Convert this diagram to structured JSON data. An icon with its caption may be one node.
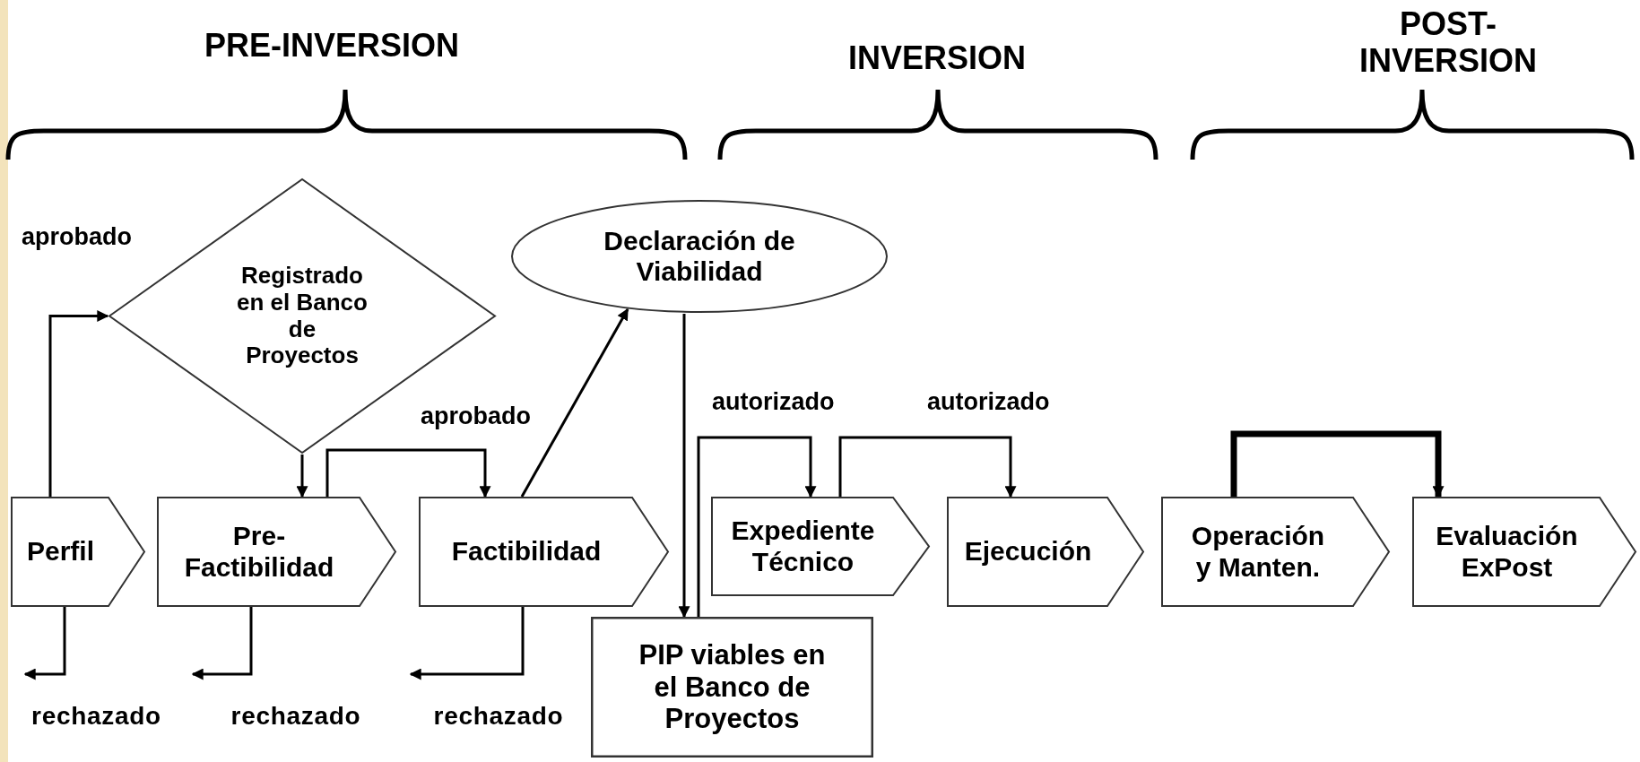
{
  "diagram": {
    "nodes": [
      {
        "text": [
          "Perfil"
        ]
      },
      {
        "text": [
          "Registrado en el Banco de Proyectos"
        ]
      },
      {
        "text": [
          "Pre- Factibilidad"
        ]
      },
      {
        "text": [
          "Factibilidad"
        ]
      },
      {
        "text": [
          "Declaración de Viabilidad"
        ]
      },
      {
        "text": [
          "PIP viables en el Banco de Proyectos"
        ]
      },
      {
        "text": [
          "Expediente Técnico"
        ]
      },
      {
        "text": [
          "Ejecución"
        ]
      },
      {
        "text": [
          "Operación y Manten."
        ]
      },
      {
        "text": [
          "Evaluación ExPost"
        ]
      },
      {
        "text": [
          "rechazado"
        ]
      },
      {
        "text": [
          "rechazado"
        ]
      },
      {
        "text": [
          "rechazado"
        ]
      }
    ],
    "edges": [
      {
        "from": 0,
        "to": 1,
        "arrow": "to",
        "label": "aprobado"
      },
      {
        "from": 1,
        "to": 2,
        "arrow": "to"
      },
      {
        "from": 2,
        "to": 3,
        "arrow": "to",
        "label": "aprobado"
      },
      {
        "from": 3,
        "to": 4,
        "arrow": "to"
      },
      {
        "from": 4,
        "to": 5,
        "arrow": "to"
      },
      {
        "from": 5,
        "to": 6,
        "arrow": "to",
        "label": "autorizado"
      },
      {
        "from": 6,
        "to": 7,
        "arrow": "to",
        "label": "autorizado"
      },
      {
        "from": 8,
        "to": 9,
        "arrow": "to",
        "style": "thick"
      },
      {
        "from": 0,
        "to": 10,
        "arrow": "to"
      },
      {
        "from": 2,
        "to": 11,
        "arrow": "to"
      },
      {
        "from": 3,
        "to": 12,
        "arrow": "to"
      }
    ],
    "labels": [
      "PRE-INVERSION",
      "INVERSION",
      "POST- INVERSION"
    ]
  }
}
